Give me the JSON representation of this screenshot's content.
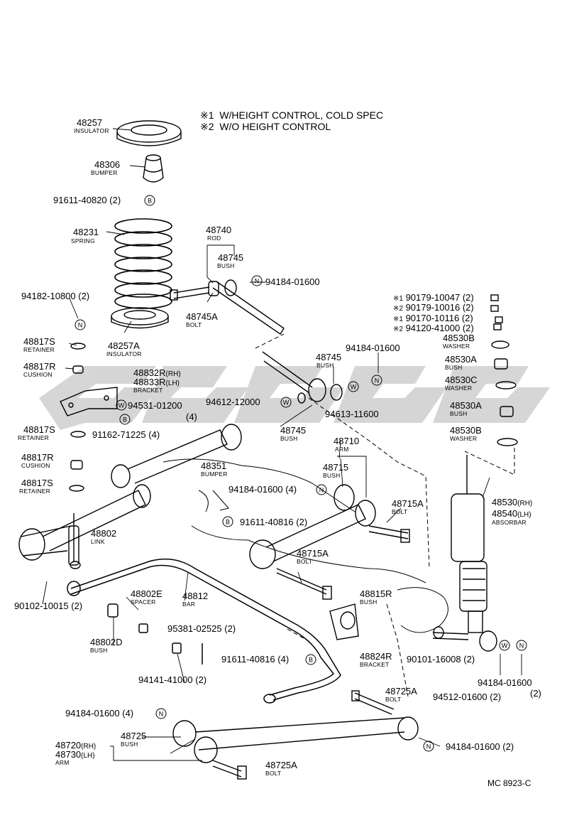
{
  "notes": [
    {
      "mark": "※1",
      "text": "W/HEIGHT CONTROL, COLD SPEC"
    },
    {
      "mark": "※2",
      "text": "W/O HEIGHT CONTROL"
    }
  ],
  "labels": {
    "l48257": "48257",
    "l48257_sub": "INSULATOR",
    "l48306": "48306",
    "l48306_sub": "BUMPER",
    "l91611_40820": "91611-40820 (2)",
    "l48231": "48231",
    "l48231_sub": "SPRING",
    "l94182": "94182-10800 (2)",
    "l48257A": "48257A",
    "l48257A_sub": "INSULATOR",
    "l48817S_1": "48817S",
    "l48817S_1_sub": "RETAINER",
    "l48817R_1": "48817R",
    "l48817R_1_sub": "CUSHION",
    "l48832R": "48832R",
    "l48832R_suf": "(RH)",
    "l48833R": "48833R",
    "l48833R_suf": "(LH)",
    "l48833R_sub": "BRACKET",
    "l94531": "94531-01200",
    "l94531_qty": "(4)",
    "l48817S_2": "48817S",
    "l48817S_2_sub": "RETAINER",
    "l91162": "91162-71225 (4)",
    "l48817R_2": "48817R",
    "l48817R_2_sub": "CUSHION",
    "l48817S_3": "48817S",
    "l48817S_3_sub": "RETAINER",
    "l48740": "48740",
    "l48740_sub": "ROD",
    "l48745_1": "48745",
    "l48745_1_sub": "BUSH",
    "l94184_1": "94184-01600",
    "l48745A": "48745A",
    "l48745A_sub": "BOLT",
    "l94184_2": "94184-01600",
    "l48745_2": "48745",
    "l48745_2_sub": "BUSH",
    "l94612": "94612-12000",
    "l94613": "94613-11600",
    "l48745_3": "48745",
    "l48745_3_sub": "BUSH",
    "l48710": "48710",
    "l48710_sub": "ARM",
    "l48715": "48715",
    "l48715_sub": "BUSH",
    "l48351": "48351",
    "l48351_sub": "BUMPER",
    "l94184_3": "94184-01600 (4)",
    "l91611_40816a": "91611-40816 (2)",
    "l48715A_1": "48715A",
    "l48715A_1_sub": "BOLT",
    "l48715A_2": "48715A",
    "l48715A_2_sub": "BOLT",
    "l48802": "48802",
    "l48802_sub": "LINK",
    "l90102": "90102-10015 (2)",
    "l48802E": "48802E",
    "l48802E_sub": "SPACER",
    "l48812": "48812",
    "l48812_sub": "BAR",
    "l48802D": "48802D",
    "l48802D_sub": "BUSH",
    "l95381": "95381-02525 (2)",
    "l91611_40816b": "91611-40816 (4)",
    "l94141": "94141-41000 (2)",
    "l48815R": "48815R",
    "l48815R_sub": "BUSH",
    "l48824R": "48824R",
    "l48824R_sub": "BRACKET",
    "l90101": "90101-16008 (2)",
    "l48725A_1": "48725A",
    "l48725A_1_sub": "BOLT",
    "l94512": "94512-01600 (2)",
    "l94184_4": "94184-01600",
    "l94184_4_qty": "(2)",
    "l94184_5": "94184-01600 (4)",
    "l48725": "48725",
    "l48725_sub": "BUSH",
    "l48720": "48720",
    "l48720_suf": "(RH)",
    "l48730": "48730",
    "l48730_suf": "(LH)",
    "l48730_sub": "ARM",
    "l94184_6": "94184-01600 (2)",
    "l48725A_2": "48725A",
    "l48725A_2_sub": "BOLT",
    "n1_mark": "※1",
    "n1": "90179-10047 (2)",
    "n2_mark": "※2",
    "n2": "90179-10016 (2)",
    "n3_mark": "※1",
    "n3": "90170-10116 (2)",
    "n4_mark": "※2",
    "n4": "94120-41000 (2)",
    "l48530B_1": "48530B",
    "l48530B_1_sub": "WASHER",
    "l48530A_1": "48530A",
    "l48530A_1_sub": "BUSH",
    "l48530C": "48530C",
    "l48530C_sub": "WASHER",
    "l48530A_2": "48530A",
    "l48530A_2_sub": "BUSH",
    "l48530B_2": "48530B",
    "l48530B_2_sub": "WASHER",
    "l48530": "48530",
    "l48530_suf": "(RH)",
    "l48540": "48540",
    "l48540_suf": "(LH)",
    "l48540_sub": "ABSORBAR"
  },
  "callouts": {
    "b": "B",
    "n": "N",
    "w": "W"
  },
  "diagram_code": "MC 8923-C"
}
